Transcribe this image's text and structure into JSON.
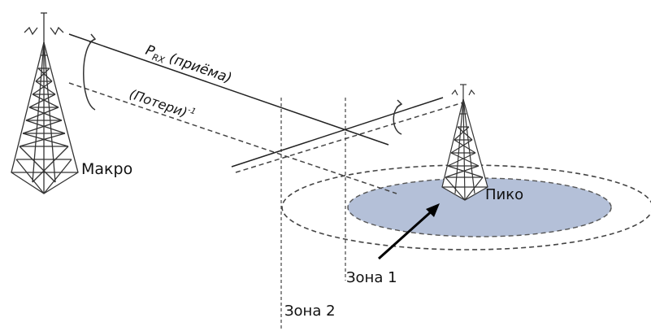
{
  "labels": {
    "macro": "Макро",
    "pico": "Пико",
    "zone1": "Зона 1",
    "zone2": "Зона 2",
    "prx_main": "P",
    "prx_sub": "RX",
    "prx_suffix": " (приёма)",
    "loss_main": "(Потери)",
    "loss_sup": "-1"
  },
  "colors": {
    "line": "#222222",
    "dashed": "#444444",
    "pico_zone_fill": "#b4c0d8",
    "pico_zone_stroke": "#555555"
  }
}
